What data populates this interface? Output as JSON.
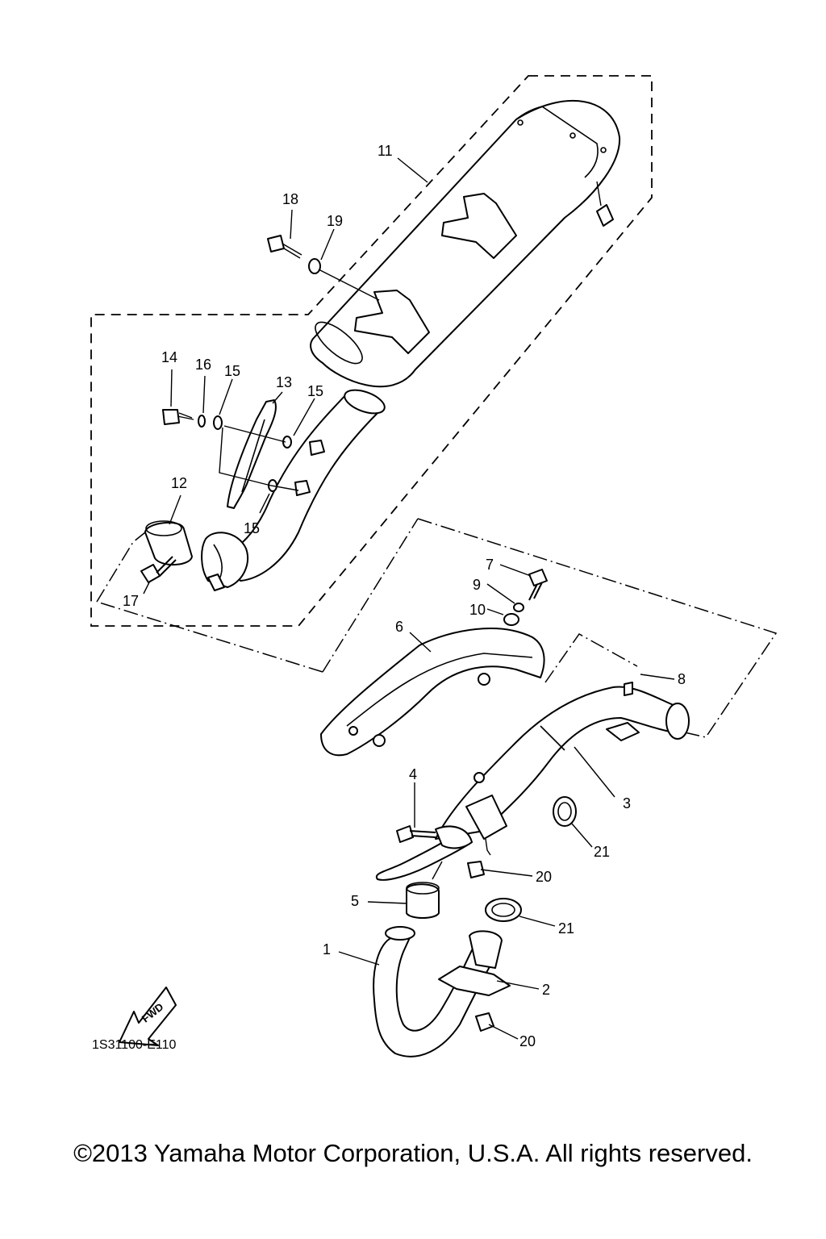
{
  "diagram": {
    "code": "1S31100-E110",
    "fwd_label": "FWD",
    "callouts": {
      "c1": "1",
      "c2": "2",
      "c3": "3",
      "c4": "4",
      "c5": "5",
      "c6": "6",
      "c7": "7",
      "c8": "8",
      "c9": "9",
      "c10": "10",
      "c11": "11",
      "c12": "12",
      "c13": "13",
      "c14": "14",
      "c15a": "15",
      "c15b": "15",
      "c15c": "15",
      "c16": "16",
      "c17": "17",
      "c18": "18",
      "c19": "19",
      "c20a": "20",
      "c20b": "20",
      "c21a": "21",
      "c21b": "21"
    }
  },
  "footer": {
    "copyright": "©2013 Yamaha Motor Corporation, U.S.A. All rights reserved."
  }
}
